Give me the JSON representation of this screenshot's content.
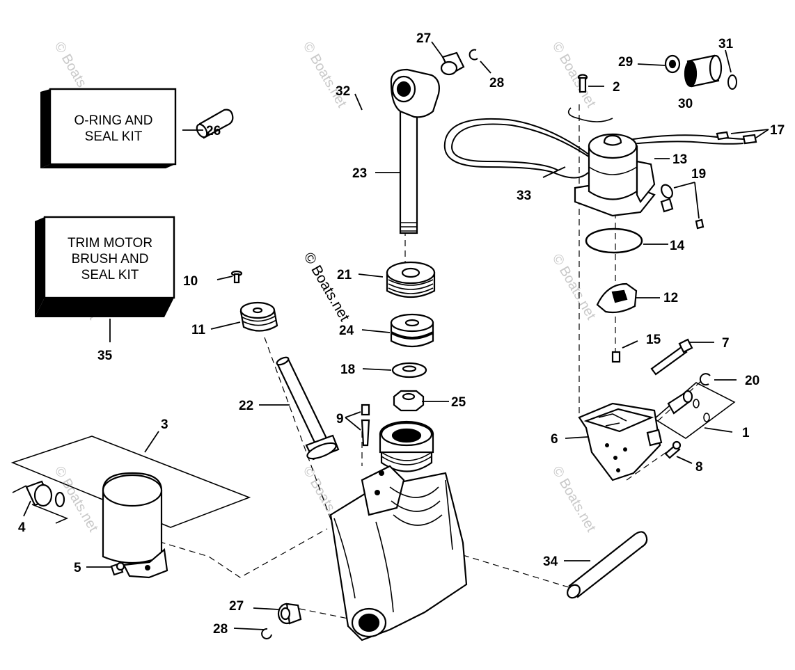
{
  "watermark": "© Boats.net",
  "kits": {
    "seal_kit": [
      "O-RING AND",
      "SEAL KIT"
    ],
    "brush_kit": [
      "TRIM MOTOR",
      "BRUSH AND",
      "SEAL KIT"
    ]
  },
  "callouts": {
    "c1": "1",
    "c2": "2",
    "c3": "3",
    "c4": "4",
    "c5": "5",
    "c6": "6",
    "c7": "7",
    "c8": "8",
    "c9": "9",
    "c10": "10",
    "c11": "11",
    "c12": "12",
    "c13": "13",
    "c14": "14",
    "c15": "15",
    "c17": "17",
    "c18": "18",
    "c19": "19",
    "c20": "20",
    "c21": "21",
    "c22": "22",
    "c23": "23",
    "c24": "24",
    "c25": "25",
    "c26": "26",
    "c27a": "27",
    "c27b": "27",
    "c28a": "28",
    "c28b": "28",
    "c29": "29",
    "c30": "30",
    "c31": "31",
    "c32": "32",
    "c33": "33",
    "c34": "34",
    "c35": "35"
  }
}
